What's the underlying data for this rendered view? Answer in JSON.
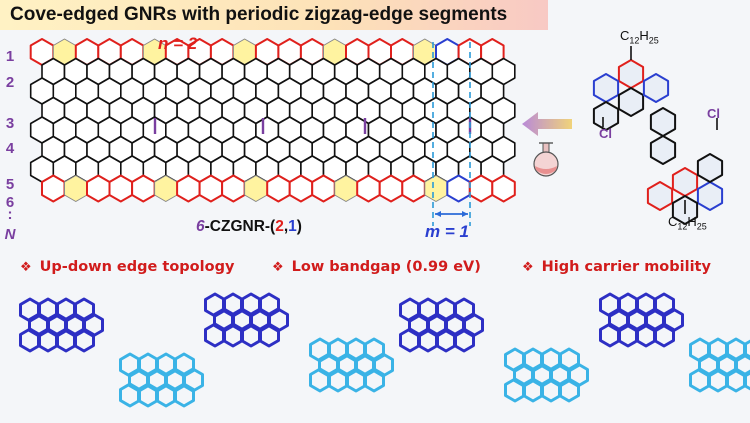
{
  "title": "Cove-edged GNRs with periodic zigzag-edge segments",
  "ribbon": {
    "n_label": "n = 2",
    "m_label": "m = 1",
    "name_prefix": "6",
    "name_core": "-CZGNR-(",
    "name_a": "2",
    "name_sep": ",",
    "name_b": "1",
    "name_close": ")",
    "row_labels": [
      "1",
      "2",
      "3",
      "4",
      "5",
      "6",
      ":",
      "N"
    ]
  },
  "monomer": {
    "substituent_top": "C12H25",
    "substituent_bottom": "C12H25",
    "halogen_left": "Cl",
    "halogen_right": "Cl"
  },
  "features": [
    {
      "icon": "diamond-bullet",
      "text": "Up-down edge topology"
    },
    {
      "icon": "diamond-bullet",
      "text": "Low bandgap (0.99 eV)"
    },
    {
      "icon": "diamond-bullet",
      "text": "High carrier mobility"
    }
  ],
  "colors": {
    "title_bg_start": "#fff2c4",
    "title_bg_end": "#f8c9c4",
    "edge_red": "#e0201c",
    "zigzag_blue": "#2a3fd0",
    "cove_yellow": "#fff3a0",
    "model_dark": "#2d2fc4",
    "model_light": "#3ab3e6",
    "label_purple": "#7a3fa0",
    "arrow_purple": "#7b3fb0"
  }
}
